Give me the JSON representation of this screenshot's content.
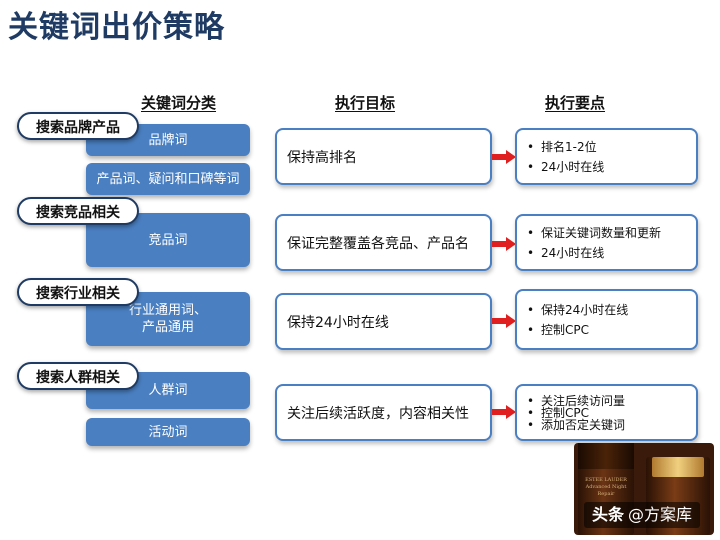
{
  "title": "关键词出价策略",
  "headers": {
    "category": "关键词分类",
    "goal": "执行目标",
    "points": "执行要点"
  },
  "groups": [
    {
      "pill": "搜索品牌产品",
      "categories": [
        "品牌词",
        "产品词、疑问和口碑等词"
      ],
      "goal": "保持高排名",
      "points": [
        "排名1-2位",
        "24小时在线"
      ]
    },
    {
      "pill": "搜索竞品相关",
      "categories": [
        "竞品词"
      ],
      "goal": "保证完整覆盖各竞品、产品名",
      "points": [
        "保证关键词数量和更新",
        "24小时在线"
      ]
    },
    {
      "pill": "搜索行业相关",
      "categories": [
        "行业通用词、\n产品通用"
      ],
      "goal": "保持24小时在线",
      "points": [
        "保持24小时在线",
        "控制CPC"
      ]
    },
    {
      "pill": "搜索人群相关",
      "categories": [
        "人群词",
        "活动词"
      ],
      "goal": "关注后续活跃度，内容相关性",
      "points": [
        "关注后续访问量",
        "控制CPC",
        "添加否定关键词"
      ]
    }
  ],
  "product_labels": {
    "brand": "ESTEE LAUDER",
    "name": "Advanced Night Repair"
  },
  "watermark": {
    "source": "头条",
    "author": "@方案库"
  },
  "colors": {
    "title": "#1f3b63",
    "category_fill": "#4a7fc1",
    "box_border": "#4a7fc1",
    "arrow": "#e02020"
  }
}
